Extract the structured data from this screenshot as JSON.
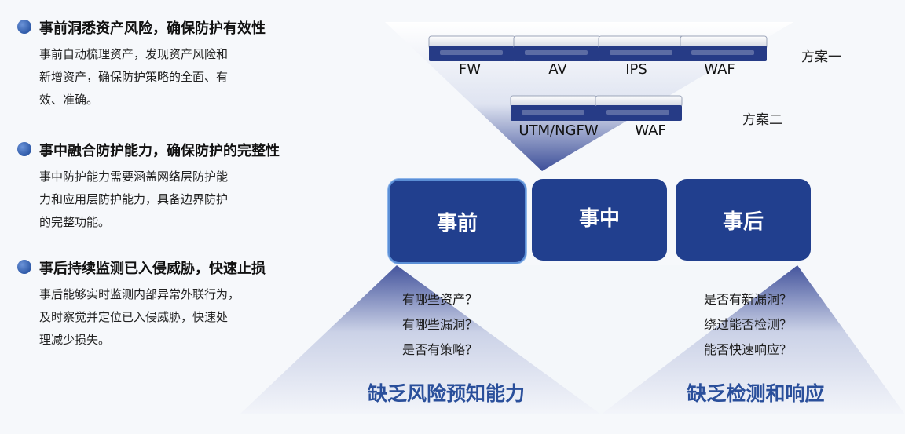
{
  "bullets": [
    {
      "title": "事前洞悉资产风险，确保防护有效性",
      "lines": [
        "事前自动梳理资产，发现资产风险和",
        "新增资产，确保防护策略的全面、有",
        "效、准确。"
      ]
    },
    {
      "title": "事中融合防护能力，确保防护的完整性",
      "lines": [
        "事中防护能力需要涵盖网络层防护能",
        "力和应用层防护能力，具备边界防护",
        "的完整功能。"
      ]
    },
    {
      "title": "事后持续监测已入侵威胁，快速止损",
      "lines": [
        "事后能够实时监测内部异常外联行为，",
        "及时察觉并定位已入侵威胁，快速处",
        "理减少损失。"
      ]
    }
  ],
  "scheme1": {
    "label": "方案一",
    "devices": [
      "FW",
      "AV",
      "IPS",
      "WAF"
    ]
  },
  "scheme2": {
    "label": "方案二",
    "devices": [
      "UTM/NGFW",
      "WAF"
    ]
  },
  "phases": {
    "before": "事前",
    "during": "事中",
    "after": "事后"
  },
  "left_questions": [
    "有哪些资产？",
    "有哪些漏洞？",
    "是否有策略？"
  ],
  "right_questions": [
    "是否有新漏洞？",
    "绕过能否检测？",
    "能否快速响应？"
  ],
  "left_gap": "缺乏风险预知能力",
  "right_gap": "缺乏检测和响应",
  "colors": {
    "primary": "#213f8e",
    "accent": "#2a4f9b",
    "bullet": "#2f5aa8"
  }
}
